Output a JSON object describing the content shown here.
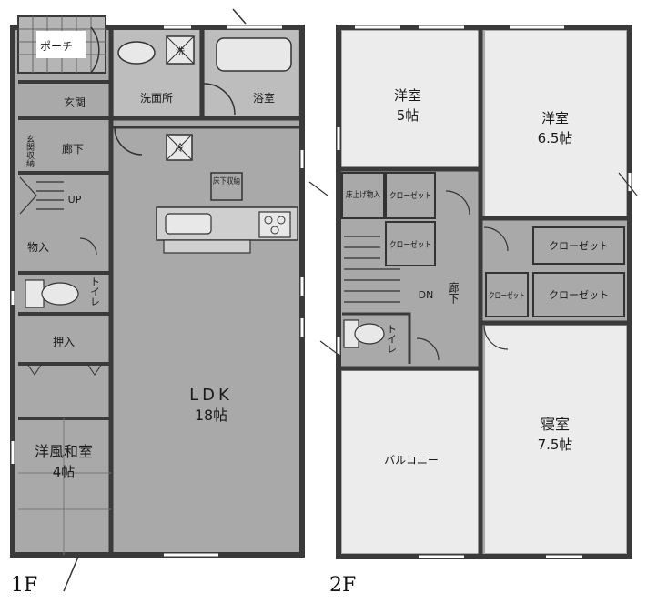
{
  "floor1": {
    "label": "1F",
    "rooms": {
      "porch": "ポーチ",
      "entrance": "玄関",
      "entrance_storage": "玄関収納",
      "hall": "廊下",
      "up": "UP",
      "storage": "物入",
      "toilet": "トイレ",
      "closet": "押入",
      "washroom": "洗面所",
      "washer": "洗",
      "bath": "浴室",
      "fridge": "冷",
      "underfloor_storage": "床下収納",
      "ldk": "LDK",
      "ldk_size": "18帖",
      "tatami": "洋風和室",
      "tatami_size": "4帖"
    }
  },
  "floor2": {
    "label": "2F",
    "rooms": {
      "western1": "洋室",
      "western1_size": "5帖",
      "western2": "洋室",
      "western2_size": "6.5帖",
      "raised_storage": "床上げ物入",
      "closet_a": "クローゼット",
      "closet_b": "クローゼット",
      "closet_c": "クローゼット",
      "closet_d": "クローゼット",
      "closet_e": "クローゼット",
      "hall": "廊下",
      "dn": "DN",
      "toilet": "トイレ",
      "balcony": "バルコニー",
      "bedroom": "寝室",
      "bedroom_size": "7.5帖"
    }
  },
  "colors": {
    "wall": "#3a3a3a",
    "room_fill": "#a9a9a9",
    "wet_fill": "#bdbdbd",
    "fixture": "#e8e8e8",
    "background": "#ffffff"
  }
}
